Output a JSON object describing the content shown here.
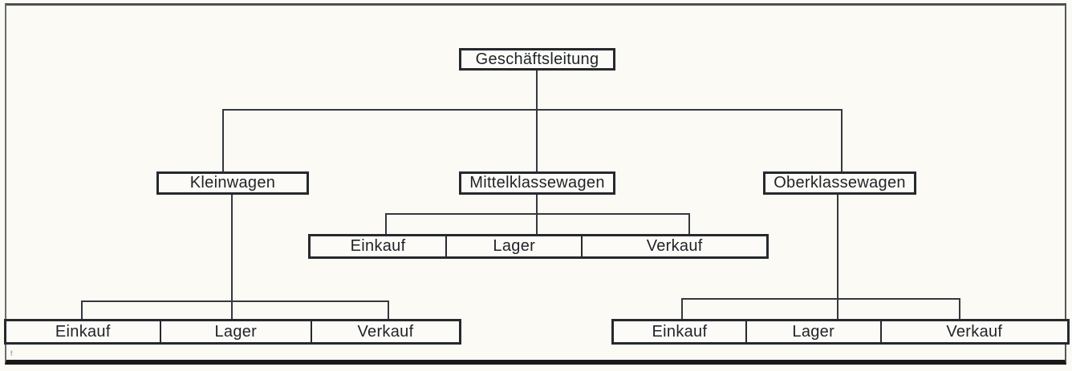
{
  "diagram": {
    "type": "org-chart",
    "root": {
      "label": "Geschäftsleitung"
    },
    "divisions": [
      {
        "label": "Kleinwagen",
        "departments": [
          "Einkauf",
          "Lager",
          "Verkauf"
        ]
      },
      {
        "label": "Mittelklassewagen",
        "departments": [
          "Einkauf",
          "Lager",
          "Verkauf"
        ]
      },
      {
        "label": "Oberklassewagen",
        "departments": [
          "Einkauf",
          "Lager",
          "Verkauf"
        ]
      }
    ],
    "colors": {
      "background": "#fbfaf5",
      "line": "#35393d",
      "box_border": "#26292d",
      "text": "#1f2328",
      "frame_bottom": "#181818"
    },
    "artifact_mark": "f"
  }
}
